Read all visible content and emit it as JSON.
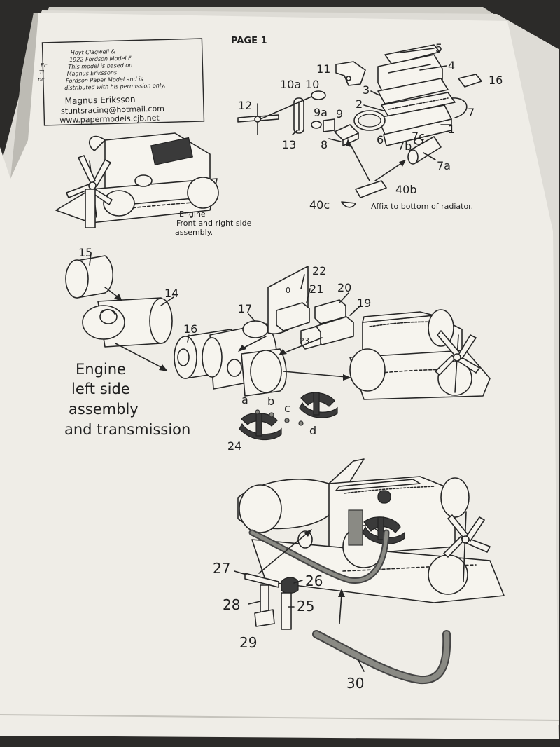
{
  "page_title": "PAGE 1",
  "credit": {
    "lines": [
      "Hoyt Clagwell &",
      "1922 Fordson Model F",
      "This model is based on",
      "Magnus Erikssons",
      "Fordson Paper Model and is",
      "distributed with his  permission only."
    ],
    "author": "Magnus Eriksson",
    "email": "stuntsracing@hotmail.com",
    "website": "www.papermodels.cjb.net"
  },
  "back_sheet_fragments": [
    "Ec",
    "Tl",
    "pc"
  ],
  "captions": {
    "front_right": [
      "Engine",
      "Front and right side",
      "assembly."
    ],
    "left_side": [
      "Engine",
      "left side",
      "assembly",
      "and transmission"
    ],
    "affix_note": "Affix to bottom of radiator."
  },
  "part_labels": {
    "p1": "1",
    "p2": "2",
    "p3": "3",
    "p4": "4",
    "p5": "5",
    "p6": "6",
    "p7": "7",
    "p7a": "7a",
    "p7b": "7b",
    "p7c": "7c",
    "p8": "8",
    "p9": "9",
    "p9a": "9a",
    "p10": "10",
    "p10a": "10a",
    "p11": "11",
    "p12": "12",
    "p13": "13",
    "p16a": "16",
    "p40b": "40b",
    "p40c": "40c",
    "p14": "14",
    "p15": "15",
    "p16b": "16",
    "p17": "17",
    "p19": "19",
    "p20": "20",
    "p21": "21",
    "p22": "22",
    "p23": "23",
    "p24": "24",
    "pa": "a",
    "pb": "b",
    "pc": "c",
    "pd": "d",
    "p0": "0",
    "p25": "25",
    "p26": "26",
    "p27": "27",
    "p28": "28",
    "p29": "29",
    "p30": "30"
  }
}
